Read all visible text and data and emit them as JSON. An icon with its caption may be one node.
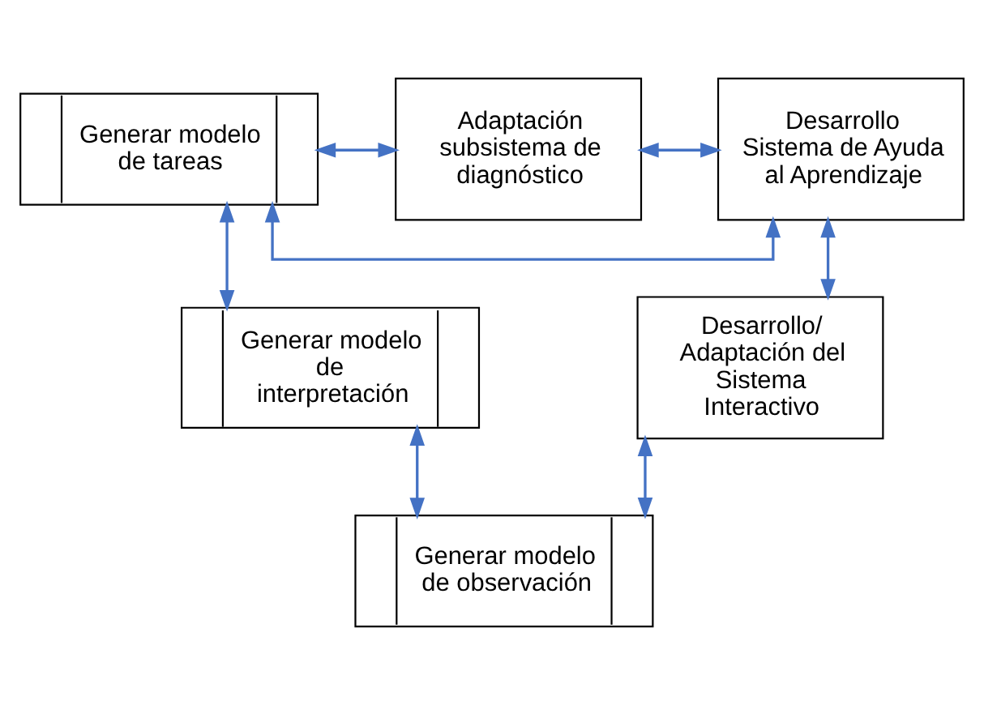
{
  "diagram": {
    "nodes": [
      {
        "text": [
          "Generar modelo de tareas"
        ]
      },
      {
        "text": [
          "Adaptación subsistema de diagnóstico"
        ]
      },
      {
        "text": [
          "Desarrollo Sistema de Ayuda al Aprendizaje"
        ]
      },
      {
        "text": [
          "Generar modelo de interpretación"
        ]
      },
      {
        "text": [
          "Desarrollo/ Adaptación del Sistema Interactivo"
        ]
      },
      {
        "text": [
          "Generar modelo de observación"
        ]
      }
    ],
    "edges": [
      {
        "from": 0,
        "to": 2,
        "arrow": "both"
      },
      {
        "from": 0,
        "to": 1,
        "arrow": "both"
      },
      {
        "from": 1,
        "to": 2,
        "arrow": "both"
      },
      {
        "from": 0,
        "to": 3,
        "arrow": "both"
      },
      {
        "from": 2,
        "to": 4,
        "arrow": "both"
      },
      {
        "from": 3,
        "to": 5,
        "arrow": "both"
      },
      {
        "from": 4,
        "to": 5,
        "arrow": "both"
      }
    ]
  }
}
